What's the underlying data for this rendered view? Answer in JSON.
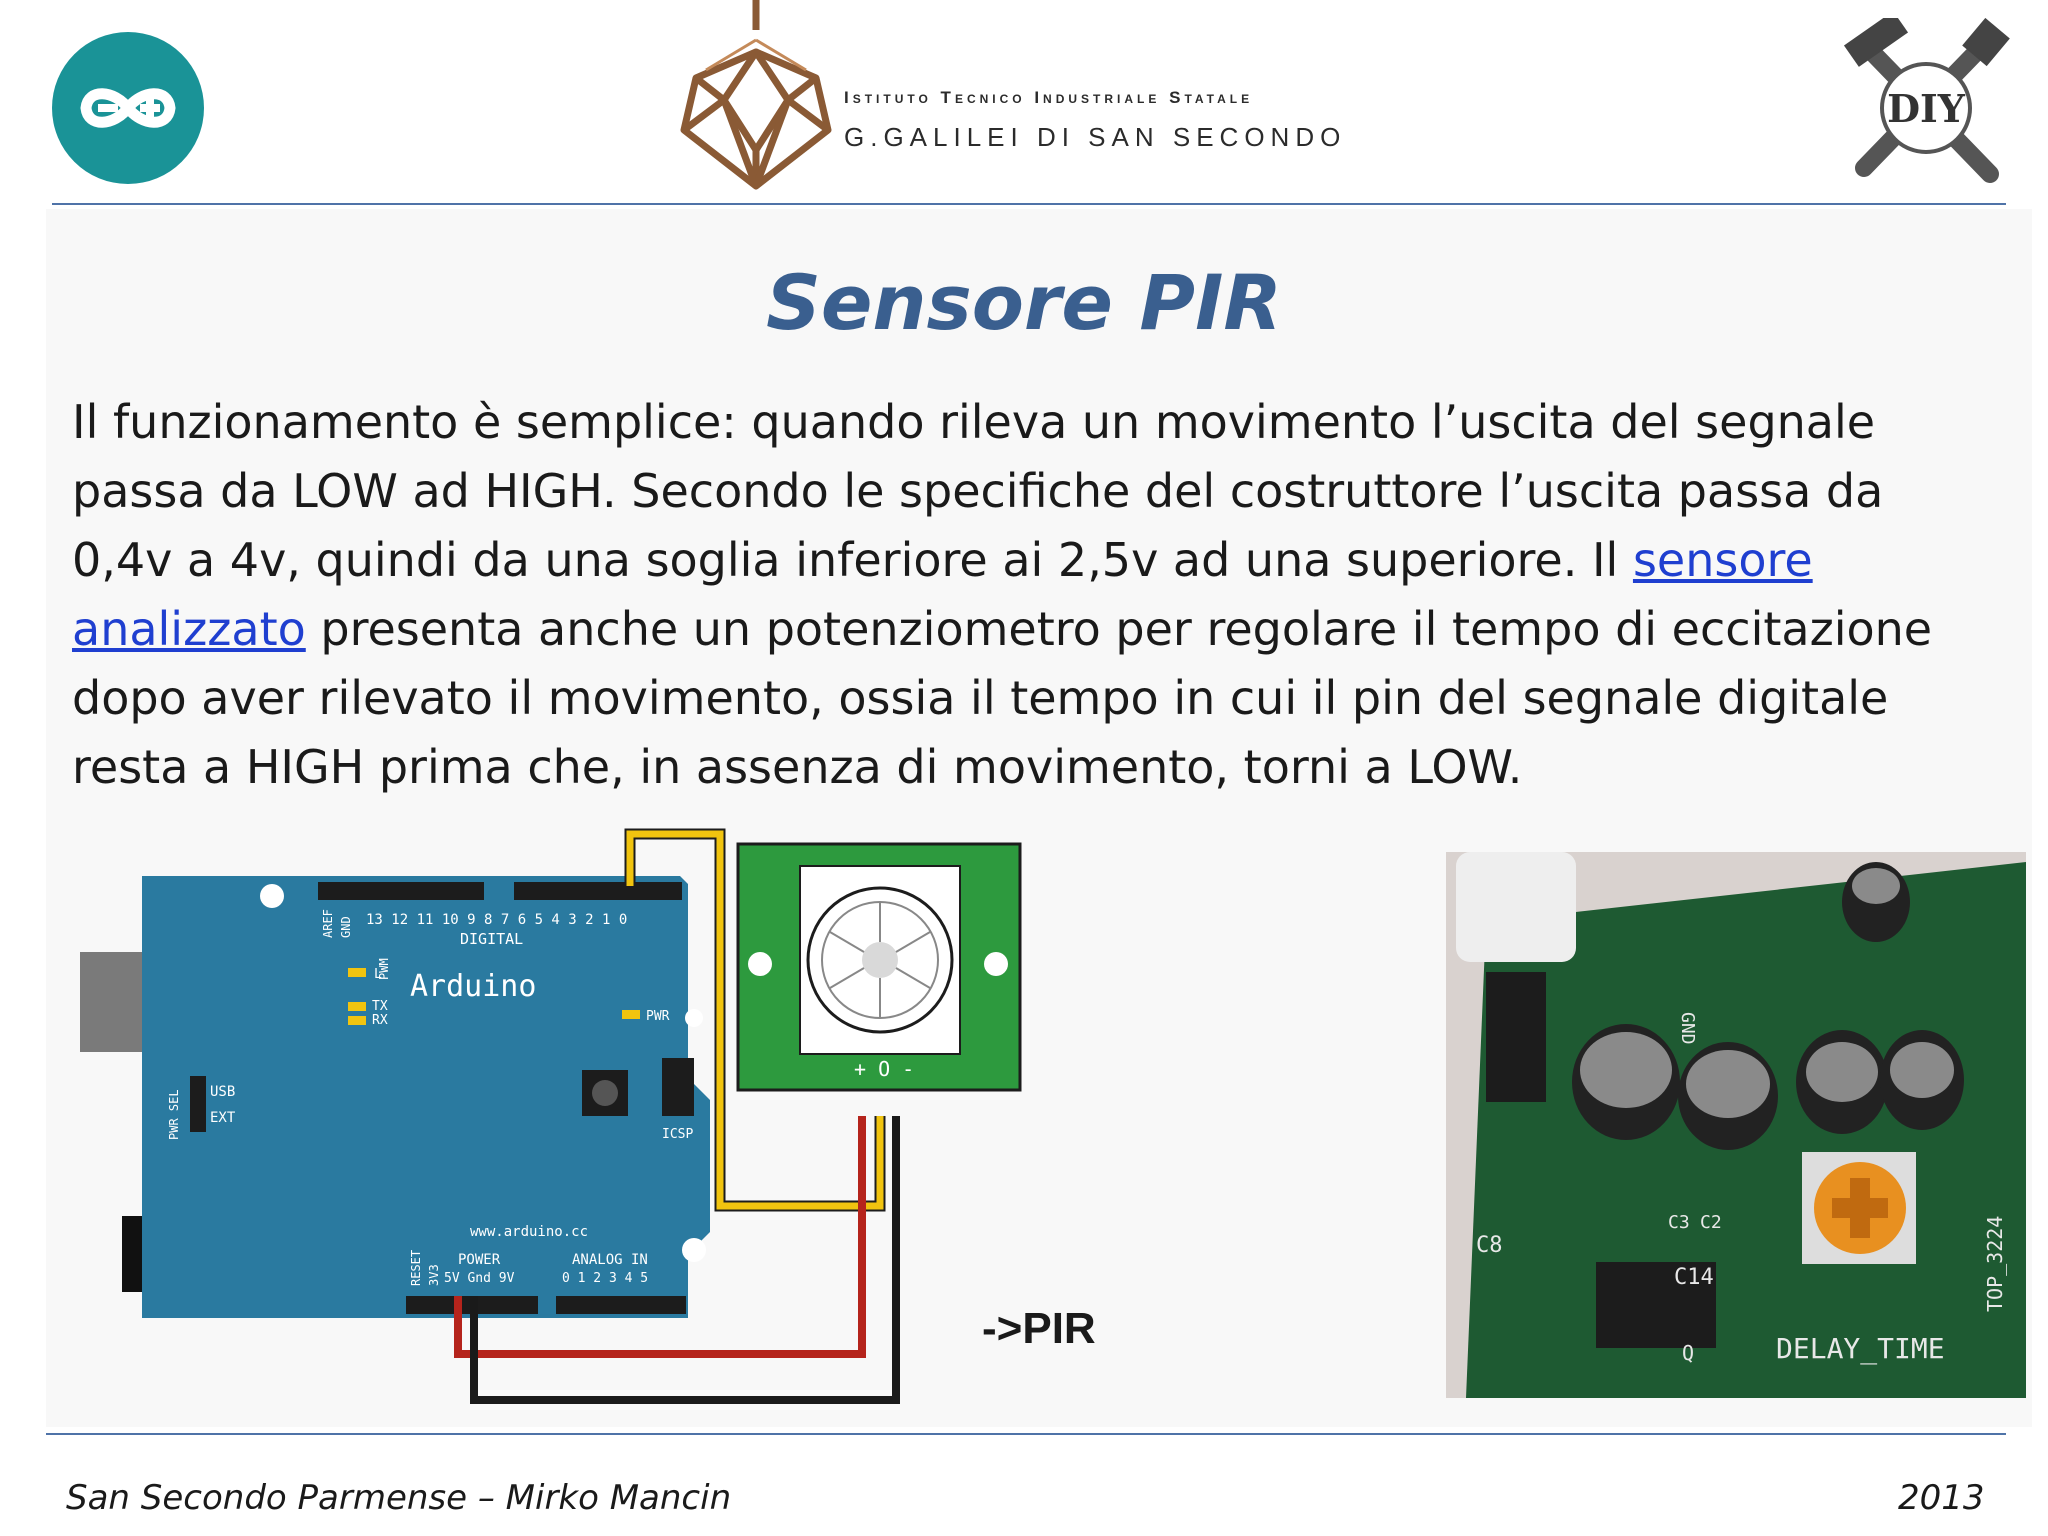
{
  "header": {
    "school_line1": "Istituto Tecnico Industriale Statale",
    "school_line2": "G.GALILEI DI SAN SECONDO",
    "diy_text": "DIY"
  },
  "title": "Sensore PIR",
  "body": {
    "part1": "Il funzionamento è semplice: quando rileva un movimento l’uscita del segnale passa da LOW ad HIGH. Secondo le specifiche del costruttore l’uscita passa da 0,4v a 4v, quindi da una soglia inferiore ai 2,5v ad una superiore. Il ",
    "link": "sensore analizzato",
    "part2": " presenta anche un potenziometro per regolare il tempo di eccitazione dopo aver rilevato il movimento, ossia il tempo in cui il pin del segnale digitale resta a HIGH prima che, in assenza di movimento, torni a LOW."
  },
  "circuit": {
    "board_name": "Arduino",
    "digital_label": "DIGITAL",
    "aref_label": "AREF",
    "gnd_label": "GND",
    "pin_numbers": "13 12 11 10 9 8   7 6 5 4 3 2 1 0",
    "pwm_label": "PWM",
    "tx_label": "TX",
    "rx_label": "RX",
    "l_label": "L",
    "pwr_label": "PWR",
    "usb_label": "USB",
    "ext_label": "EXT",
    "pwrsel_label": "PWR SEL",
    "icsp_label": "ICSP",
    "url_label": "www.arduino.cc",
    "power_label": "POWER",
    "analog_label": "ANALOG IN",
    "reset_label": "RESET",
    "v33_label": "3V3",
    "power_pins": "5V Gnd 9V",
    "analog_pins": "0 1 2 3 4 5",
    "pir_pins": "+ O -",
    "arrow_label": "->PIR"
  },
  "photo": {
    "delay_label": "DELAY_TIME",
    "c14_label": "C14",
    "c8_label": "C8",
    "c3_label": "C3",
    "c2_label": "C2",
    "top_label": "TOP_3224",
    "q_label": "Q",
    "gnd_label": "GND"
  },
  "footer": {
    "left": "San Secondo Parmense – Mirko Mancin",
    "right": "2013"
  },
  "colors": {
    "title": "#3a5f8f",
    "rule": "#4f73a8",
    "link": "#1f3fd0",
    "arduino_teal": "#1a9397",
    "board_blue": "#2a7aa0",
    "pir_green": "#2d9a3e",
    "wire_yellow": "#f1c40f",
    "wire_red": "#b5241c",
    "wire_black": "#1a1a1a"
  }
}
